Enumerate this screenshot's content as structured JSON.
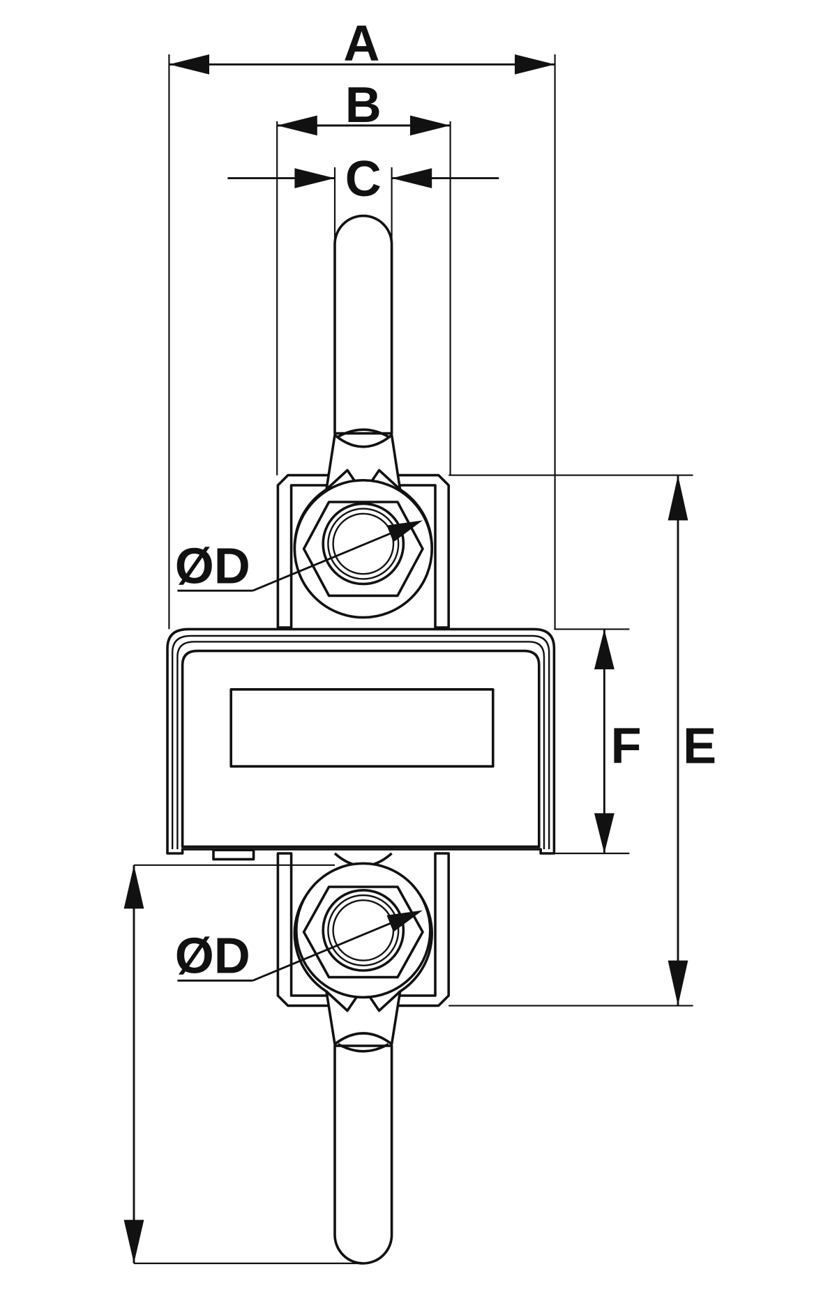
{
  "labels": {
    "A": "A",
    "B": "B",
    "C": "C",
    "D_top": "ØD",
    "D_bottom": "ØD",
    "E": "E",
    "F": "F"
  }
}
